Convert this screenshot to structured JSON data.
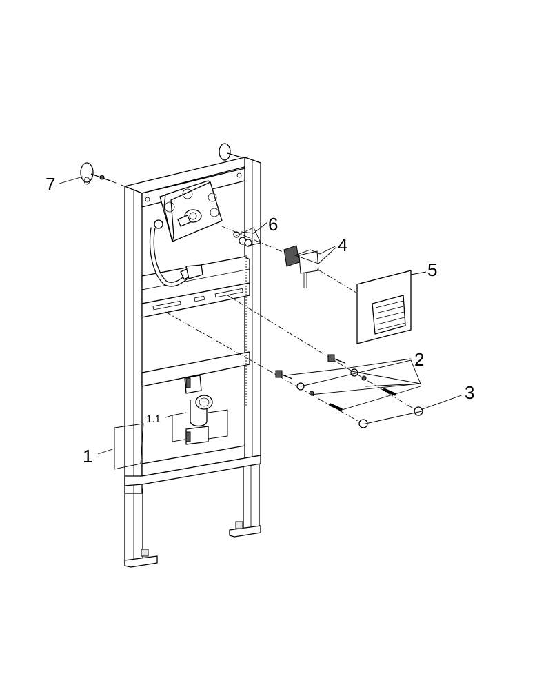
{
  "diagram": {
    "type": "exploded-parts-view",
    "callouts": [
      {
        "id": "1",
        "label": "1"
      },
      {
        "id": "1.1",
        "label": "1.1"
      },
      {
        "id": "2",
        "label": "2"
      },
      {
        "id": "3",
        "label": "3"
      },
      {
        "id": "4",
        "label": "4"
      },
      {
        "id": "5",
        "label": "5"
      },
      {
        "id": "6",
        "label": "6"
      },
      {
        "id": "7",
        "label": "7"
      }
    ]
  }
}
